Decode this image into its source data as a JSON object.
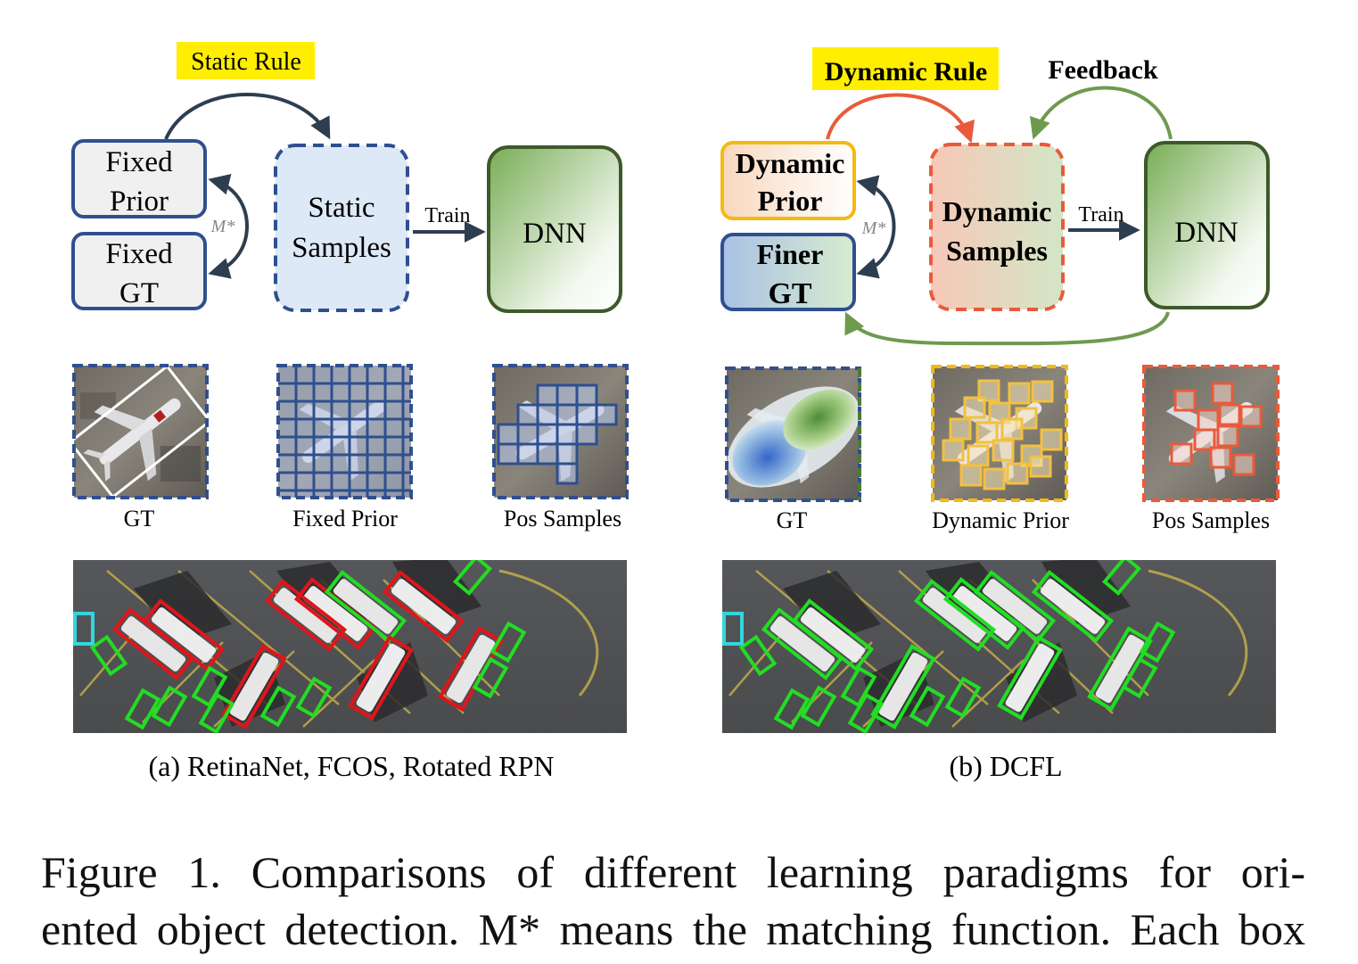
{
  "panel_a": {
    "rule_label": "Static Rule",
    "prior_label": [
      "Fixed",
      "Prior"
    ],
    "gt_label": [
      "Fixed",
      "GT"
    ],
    "matching_label": "M*",
    "samples_label": [
      "Static",
      "Samples"
    ],
    "train_label": "Train",
    "dnn_label": "DNN",
    "thumb_labels": [
      "GT",
      "Fixed Prior",
      "Pos Samples"
    ],
    "subcaption": "(a) RetinaNet, FCOS, Rotated RPN"
  },
  "panel_b": {
    "rule_label": "Dynamic Rule",
    "feedback_label": "Feedback",
    "prior_label": [
      "Dynamic",
      "Prior"
    ],
    "gt_label": [
      "Finer",
      "GT"
    ],
    "matching_label": "M*",
    "samples_label": [
      "Dynamic",
      "Samples"
    ],
    "train_label": "Train",
    "dnn_label": "DNN",
    "thumb_labels": [
      "GT",
      "Dynamic Prior",
      "Pos Samples"
    ],
    "subcaption": "(b) DCFL"
  },
  "caption": {
    "line1": "Figure 1.  Comparisons of different learning paradigms for ori-",
    "line2": "ented object detection. M* means the matching function. Each box",
    "line3": ""
  },
  "colors": {
    "highlight": "#ffee00",
    "blue_stroke": "#2f4f8f",
    "green_stroke": "#3d5a2a",
    "orange_stroke": "#ea5a3a",
    "yellow_stroke": "#f3b915",
    "arrow_green": "#6e9a4e",
    "arrow_orange": "#ea5a3a",
    "arrow_dark": "#2d3e50",
    "box_red": "#e0151a",
    "box_green": "#22dd22",
    "box_cyan": "#33d6dd"
  }
}
